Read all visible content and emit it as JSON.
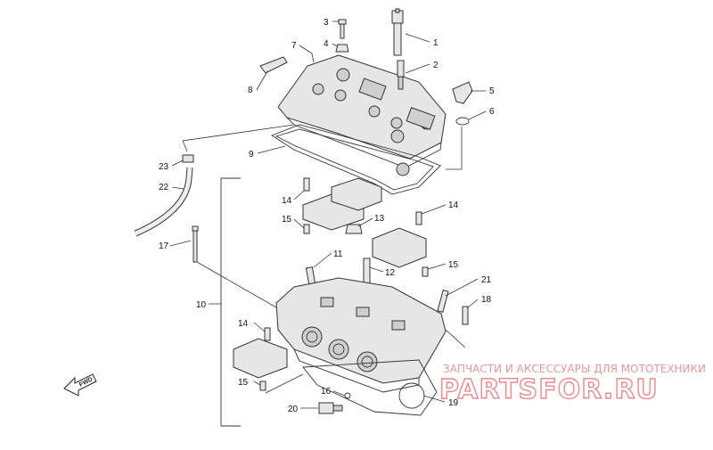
{
  "callouts": [
    {
      "id": "c1",
      "label": "1"
    },
    {
      "id": "c2",
      "label": "2"
    },
    {
      "id": "c3",
      "label": "3"
    },
    {
      "id": "c4",
      "label": "4"
    },
    {
      "id": "c5",
      "label": "5"
    },
    {
      "id": "c6",
      "label": "6"
    },
    {
      "id": "c7",
      "label": "7"
    },
    {
      "id": "c8",
      "label": "8"
    },
    {
      "id": "c9",
      "label": "9"
    },
    {
      "id": "c10",
      "label": "10"
    },
    {
      "id": "c11",
      "label": "11"
    },
    {
      "id": "c12",
      "label": "12"
    },
    {
      "id": "c13",
      "label": "13"
    },
    {
      "id": "c14a",
      "label": "14"
    },
    {
      "id": "c14b",
      "label": "14"
    },
    {
      "id": "c14c",
      "label": "14"
    },
    {
      "id": "c15a",
      "label": "15"
    },
    {
      "id": "c15b",
      "label": "15"
    },
    {
      "id": "c15c",
      "label": "15"
    },
    {
      "id": "c16",
      "label": "16"
    },
    {
      "id": "c17",
      "label": "17"
    },
    {
      "id": "c18",
      "label": "18"
    },
    {
      "id": "c19",
      "label": "19"
    },
    {
      "id": "c20",
      "label": "20"
    },
    {
      "id": "c21",
      "label": "21"
    },
    {
      "id": "c22",
      "label": "22"
    },
    {
      "id": "c23",
      "label": "23"
    }
  ],
  "watermark": {
    "tagline": "ЗАПЧАСТИ И АКСЕССУАРЫ ДЛЯ МОТОТЕХНИКИ",
    "brand": "PARTSFOR.RU"
  },
  "direction_arrow": {
    "label": "FWD",
    "icon": "fwd-arrow-icon"
  },
  "colors": {
    "watermark": "#e88a8a",
    "line": "#333333",
    "part_fill": "#e6e6e6"
  }
}
